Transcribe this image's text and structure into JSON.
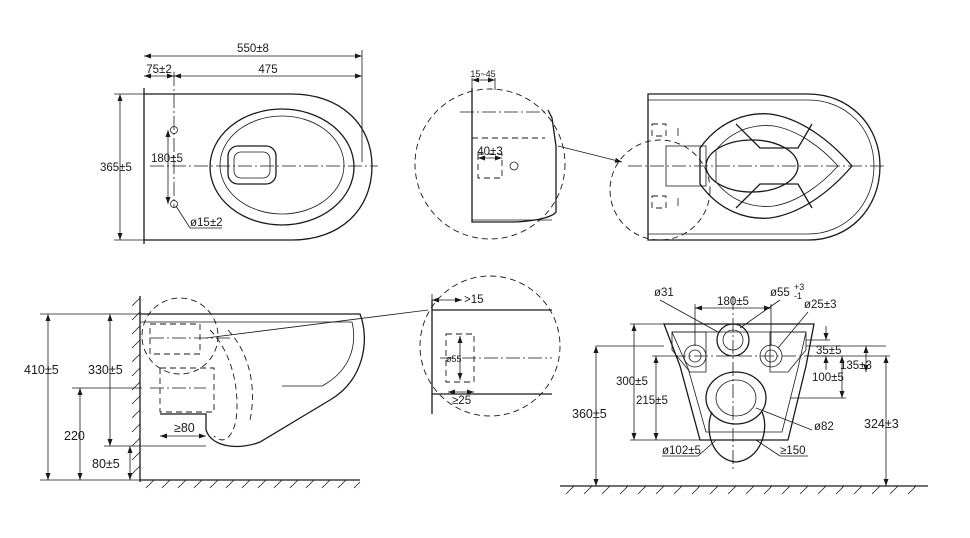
{
  "dimensions": {
    "total_length": "550±8",
    "offset_front": "75±2",
    "length_body": "475",
    "width": "365±5",
    "bolt_spacing": "180±5",
    "bolt_dia": "ø15±2",
    "detail_top_width": "15~45",
    "detail_hole": "40±3",
    "total_height": "410±5",
    "height_330": "330±5",
    "height_220": "220",
    "floor_80": "80±5",
    "clear_80": "≥80",
    "det2_15": ">15",
    "det2_dia": "ø55",
    "det2_25": "≥25",
    "fr_d31": "ø31",
    "fr_180": "180±5",
    "fr_d55": "ø55",
    "fr_d25": "ø25±3",
    "fr_35": "35±5",
    "fr_135": "135±3",
    "fr_100": "100±5",
    "fr_300": "300±5",
    "fr_215": "215±5",
    "fr_360": "360±5",
    "fr_324": "324±3",
    "fr_d82": "ø82",
    "fr_d102": "ø102±5",
    "fr_150": "≥150"
  },
  "superscripts": {
    "d55_tol_top": "+3",
    "d55_tol_bot": "-1"
  }
}
